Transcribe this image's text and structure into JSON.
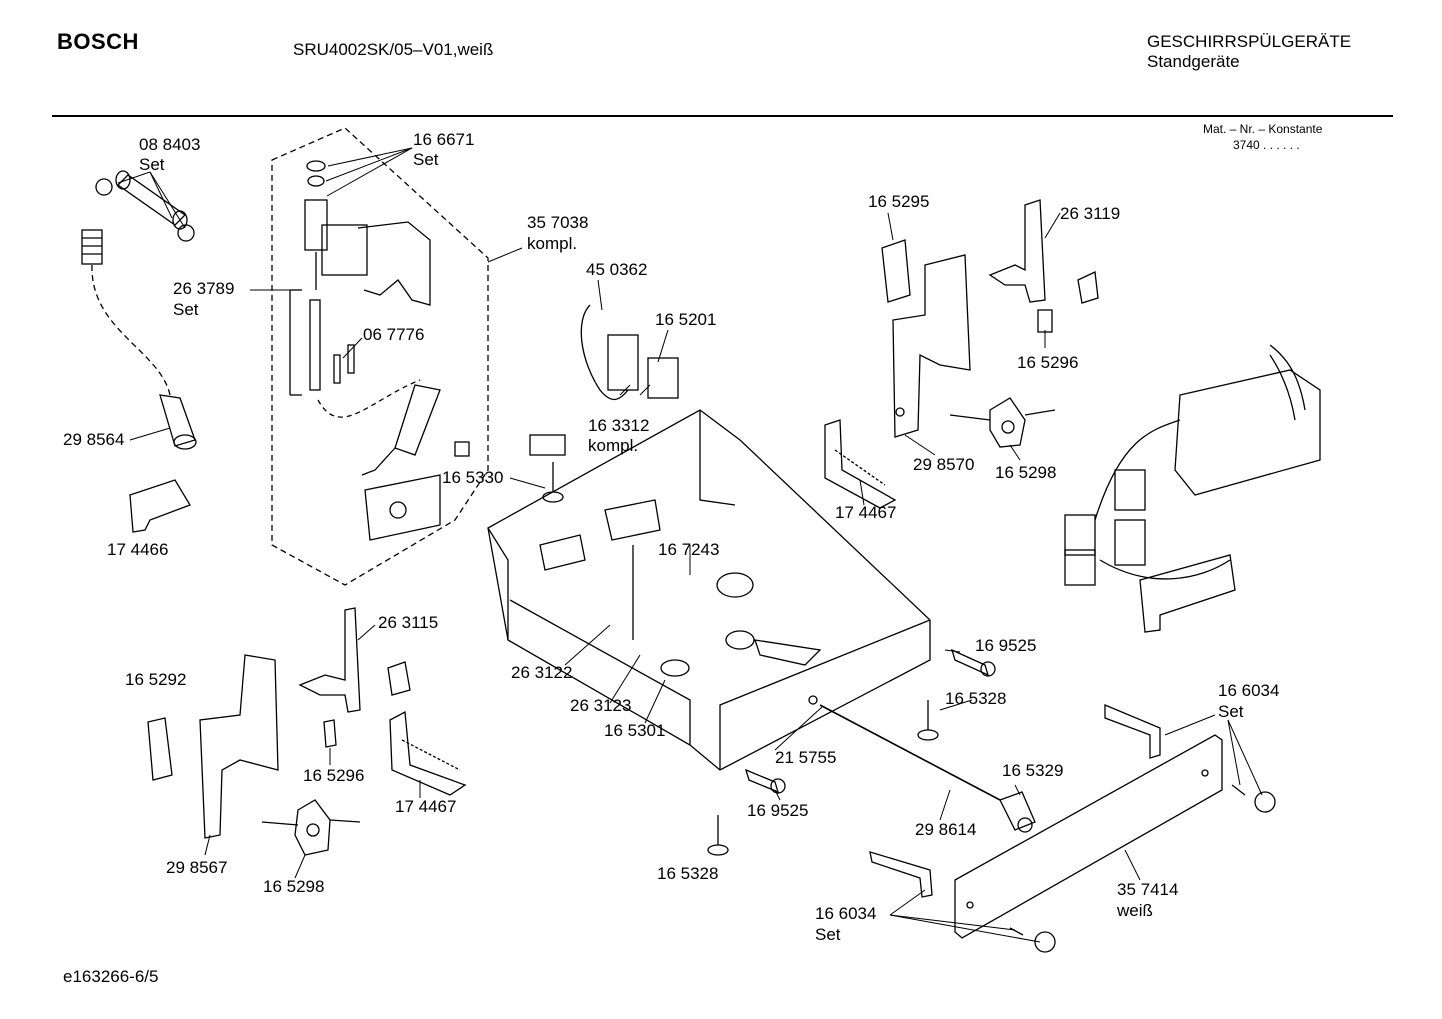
{
  "header": {
    "brand": "BOSCH",
    "model": "SRU4002SK/05–V01,weiß",
    "category": "GESCHIRRSPÜLGERÄTE",
    "subcategory": "Standgeräte",
    "mat_label": "Mat. – Nr. – Konstante",
    "mat_value": "3740  .  .    .  .  .  ."
  },
  "footer": {
    "doc_id": "e163266-6/5"
  },
  "labels": {
    "p088403": "08 8403",
    "p088403_set": "Set",
    "p166671": "16 6671",
    "p166671_set": "Set",
    "p357038": "35 7038",
    "p357038_k": "kompl.",
    "p263789": "26 3789",
    "p263789_set": "Set",
    "p067776": "06 7776",
    "p298564": "29 8564",
    "p174466": "17 4466",
    "p450362": "45 0362",
    "p165201": "16 5201",
    "p163312": "16 3312",
    "p163312_k": "kompl.",
    "p165330": "16 5330",
    "p167243": "16 7243",
    "p165295": "16 5295",
    "p263119": "26 3119",
    "p165296a": "16 5296",
    "p298570": "29 8570",
    "p165298a": "16 5298",
    "p174467a": "17 4467",
    "p263115": "26 3115",
    "p165292": "16 5292",
    "p165296b": "16 5296",
    "p174467b": "17 4467",
    "p298567": "29 8567",
    "p165298b": "16 5298",
    "p263122": "26 3122",
    "p263123": "26 3123",
    "p165301": "16 5301",
    "p169525a": "16 9525",
    "p165328a": "16 5328",
    "p215755": "21 5755",
    "p169525b": "16 9525",
    "p165329": "16 5329",
    "p298614": "29 8614",
    "p165328b": "16 5328",
    "p166034a": "16 6034",
    "p166034a_set": "Set",
    "p357414": "35 7414",
    "p357414_w": "weiß",
    "p166034b": "16 6034",
    "p166034b_set": "Set"
  }
}
